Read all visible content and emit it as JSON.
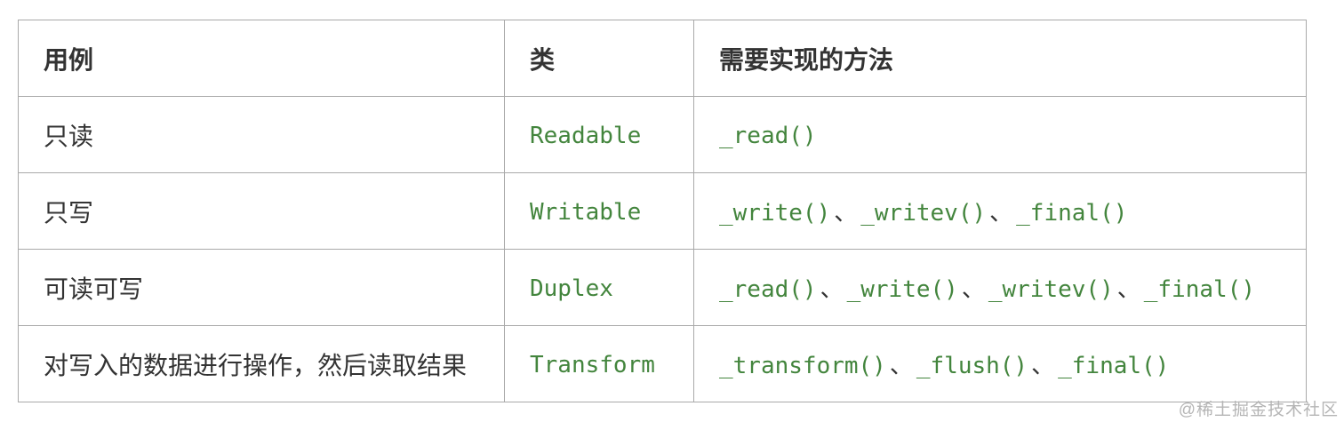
{
  "table": {
    "headers": [
      "用例",
      "类",
      "需要实现的方法"
    ],
    "separator": "、",
    "rows": [
      {
        "use_case": "只读",
        "class": "Readable",
        "methods": [
          "_read()"
        ]
      },
      {
        "use_case": "只写",
        "class": "Writable",
        "methods": [
          "_write()",
          "_writev()",
          "_final()"
        ]
      },
      {
        "use_case": "可读可写",
        "class": "Duplex",
        "methods": [
          "_read()",
          "_write()",
          "_writev()",
          "_final()"
        ]
      },
      {
        "use_case": "对写入的数据进行操作，然后读取结果",
        "class": "Transform",
        "methods": [
          "_transform()",
          "_flush()",
          "_final()"
        ]
      }
    ]
  },
  "watermark": {
    "text": "@稀土掘金技术社区"
  },
  "colors": {
    "code-green": "#43853d",
    "border-gray": "#a9a9a9",
    "text-dark": "#333333",
    "watermark-gray": "#b5b5b5"
  }
}
